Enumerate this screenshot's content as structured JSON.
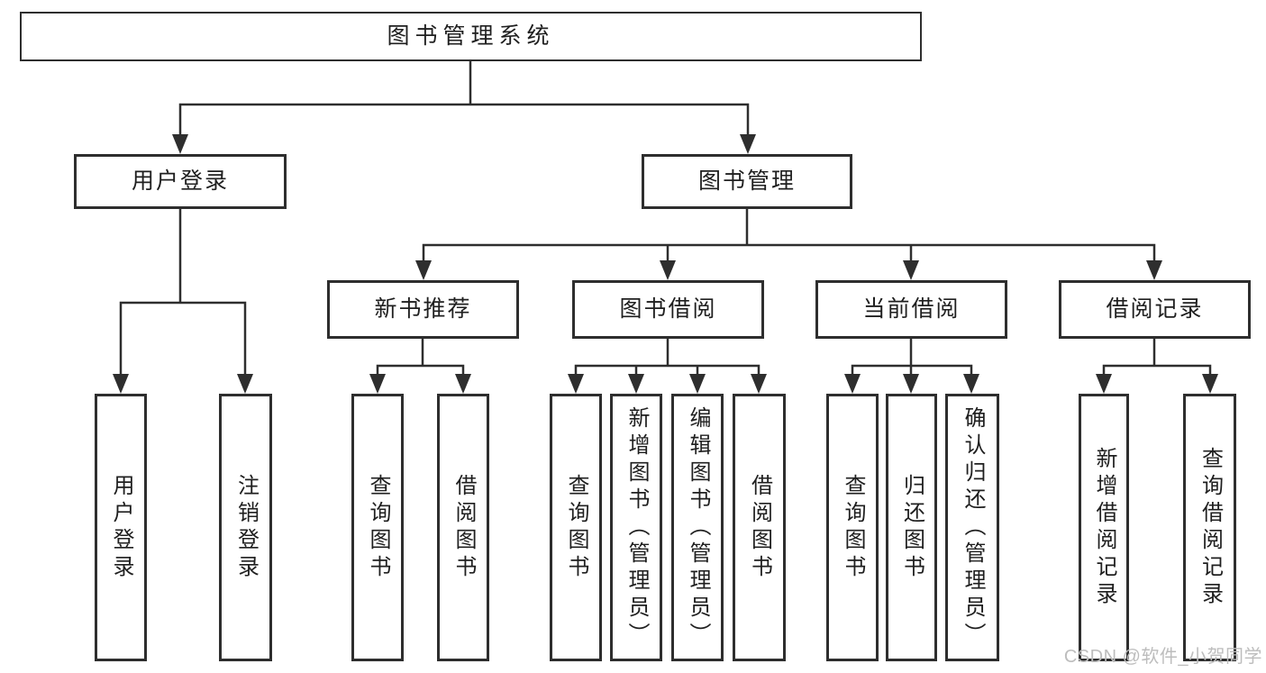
{
  "diagram": {
    "root": {
      "label": "图书管理系统"
    },
    "branches": [
      {
        "label": "用户登录",
        "children": [
          {
            "label": "用户登录"
          },
          {
            "label": "注销登录"
          }
        ]
      },
      {
        "label": "图书管理",
        "children": [
          {
            "label": "新书推荐",
            "children": [
              {
                "label": "查询图书"
              },
              {
                "label": "借阅图书"
              }
            ]
          },
          {
            "label": "图书借阅",
            "children": [
              {
                "label": "查询图书"
              },
              {
                "label": "新增图书（管理员）"
              },
              {
                "label": "编辑图书（管理员）"
              },
              {
                "label": "借阅图书"
              }
            ]
          },
          {
            "label": "当前借阅",
            "children": [
              {
                "label": "查询图书"
              },
              {
                "label": "归还图书"
              },
              {
                "label": "确认归还（管理员）"
              }
            ]
          },
          {
            "label": "借阅记录",
            "children": [
              {
                "label": "新增借阅记录"
              },
              {
                "label": "查询借阅记录"
              }
            ]
          }
        ]
      }
    ]
  },
  "watermark": {
    "text": "CSDN @软件_小贺同学"
  },
  "colors": {
    "line": "#2e2e2e",
    "text": "#1f1f1f",
    "bg": "#ffffff",
    "watermark": "#bdbdbd"
  }
}
